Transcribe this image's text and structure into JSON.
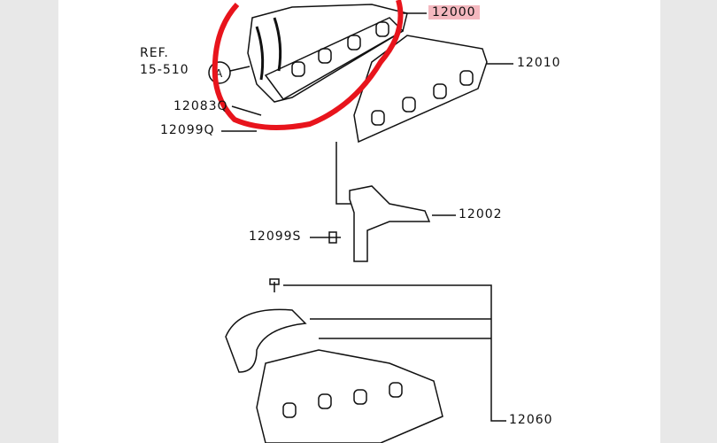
{
  "diagram": {
    "ref_label": "REF.",
    "ref_number": "15-510",
    "ref_marker": "A",
    "parts": {
      "p12000": "12000",
      "p12010": "12010",
      "p12083q": "12083Q",
      "p12099q": "12099Q",
      "p12002": "12002",
      "p12099s": "12099S",
      "p12060": "12060"
    },
    "highlight_color": "#f4b8bf",
    "circle_color": "#e8141c"
  }
}
